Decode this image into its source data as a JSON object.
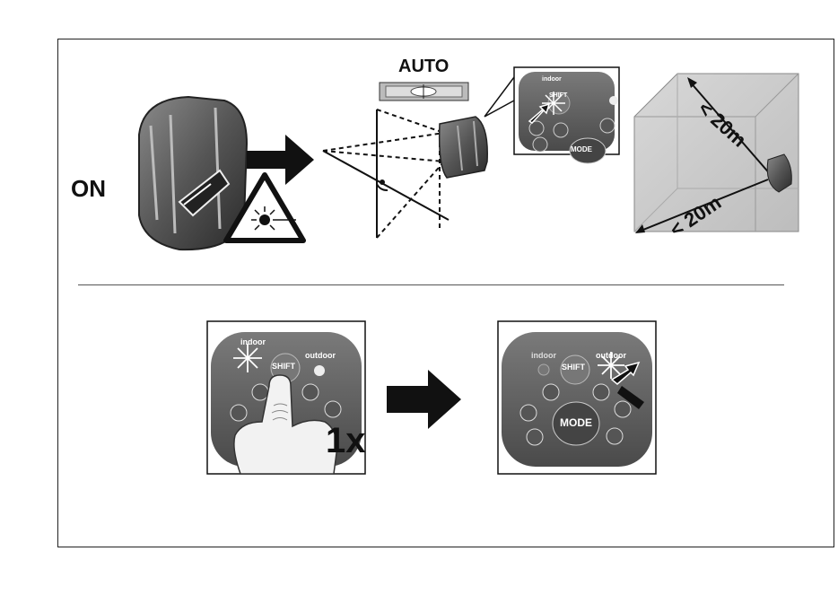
{
  "labels": {
    "on": "ON",
    "auto": "AUTO",
    "distance_vertical": "< 20m",
    "distance_horizontal": "< 20m",
    "press_count": "1x"
  },
  "keypad": {
    "indoor": "indoor",
    "outdoor": "outdoor",
    "shift": "SHIFT",
    "mode": "MODE"
  }
}
